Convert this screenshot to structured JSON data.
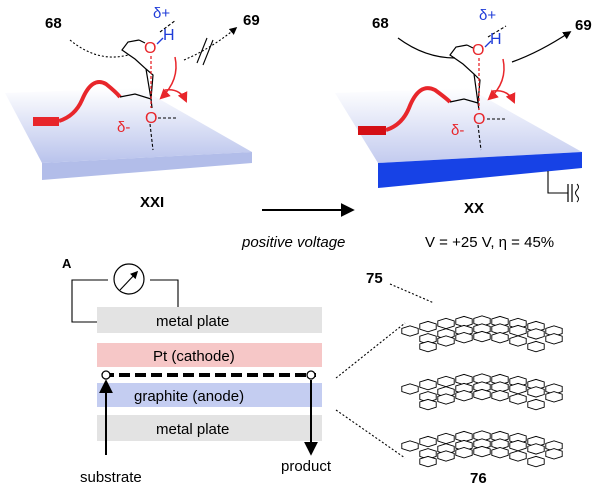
{
  "top_left": {
    "label_left": "68",
    "label_right": "69",
    "delta_plus": "δ+",
    "delta_minus": "δ-",
    "atom_O_top": "O",
    "atom_H": "H",
    "atom_O_bottom": "O",
    "caption": "XXI"
  },
  "top_right": {
    "label_left": "68",
    "label_right": "69",
    "delta_plus": "δ+",
    "delta_minus": "δ-",
    "atom_O_top": "O",
    "atom_H": "H",
    "atom_O_bottom": "O",
    "caption": "XX"
  },
  "reaction_condition": {
    "arrow_label": "positive voltage",
    "voltage_text": "V = +25 V, η = 45%"
  },
  "cell": {
    "panel_label": "A",
    "layers": [
      "metal plate",
      "Pt (cathode)",
      "graphite (anode)",
      "metal plate"
    ],
    "inlet_label": "substrate",
    "outlet_label": "product"
  },
  "graphene": {
    "label_top": "75",
    "label_bottom": "76"
  },
  "colors": {
    "red": "#e8262b",
    "blue": "#1f3cd8",
    "surface_light": "#b8c3ea",
    "surface_dark": "#1742e6",
    "pt_layer": "#f6c7c7",
    "graphite_layer": "#c4cdf1",
    "metal_layer": "#e3e3e3"
  }
}
